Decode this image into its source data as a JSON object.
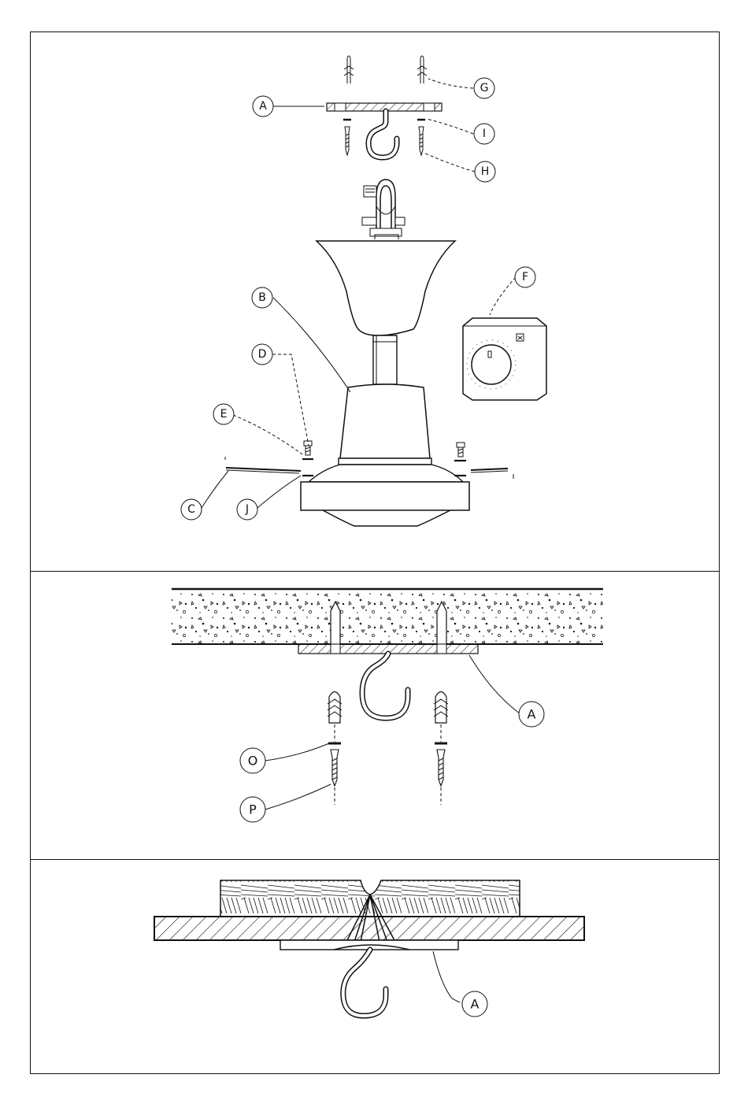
{
  "panel1": {
    "labels": {
      "A": "A",
      "B": "B",
      "C": "C",
      "D": "D",
      "E": "E",
      "F": "F",
      "G": "G",
      "H": "H",
      "I": "I",
      "J": "J"
    }
  },
  "panel2": {
    "labels": {
      "A": "A",
      "O": "O",
      "P": "P"
    }
  },
  "panel3": {
    "labels": {
      "A": "A"
    }
  }
}
